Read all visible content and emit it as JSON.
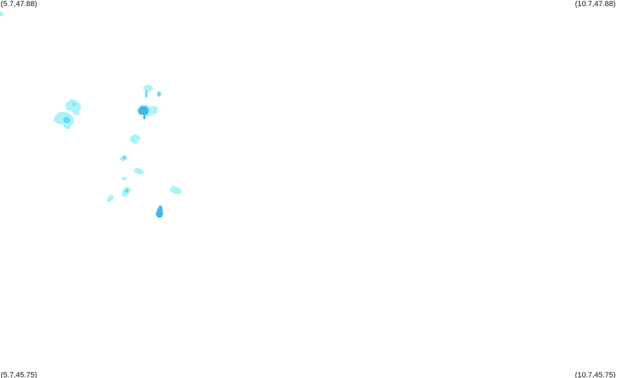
{
  "corners": {
    "top_left": "(5.7,47.88)",
    "top_right": "(10.7,47.88)",
    "bottom_left": "(5.7,45.75)",
    "bottom_right": "(10.7,45.75)"
  },
  "colors": {
    "background": "#ffffff",
    "light": "#a8f4f7",
    "medium": "#66dcef",
    "dark": "#3fb9e4"
  }
}
